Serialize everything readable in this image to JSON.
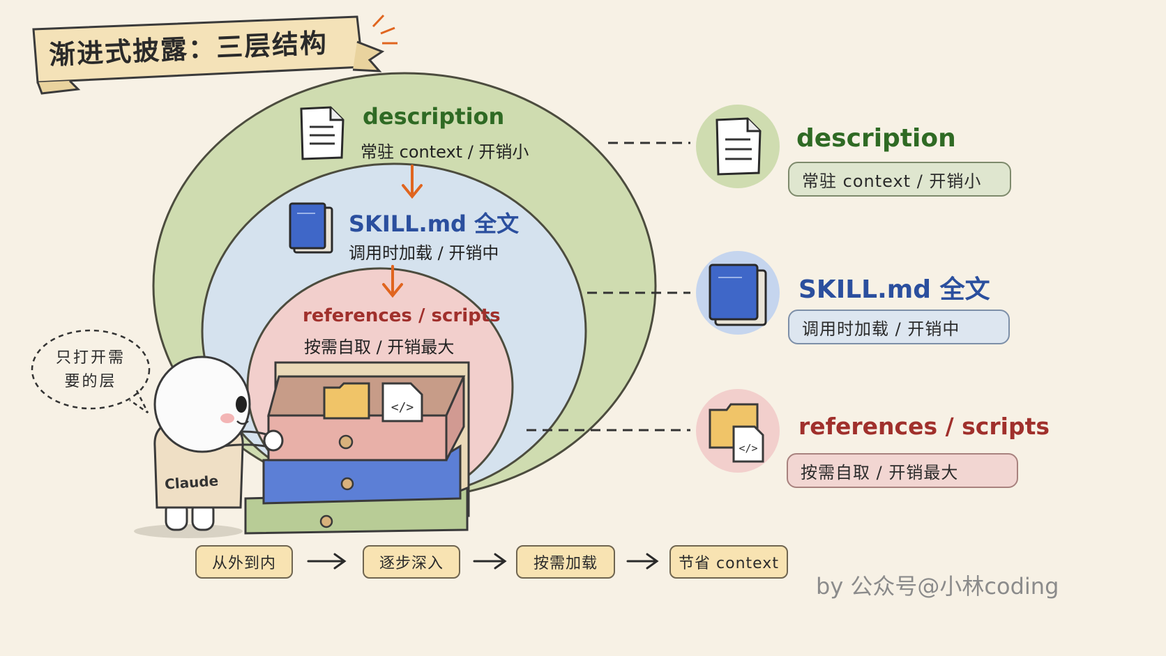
{
  "title": "渐进式披露：三层结构",
  "layers": {
    "outer": {
      "title": "description",
      "subtitle": "常驻 context / 开销小",
      "color": "#cfdcb0"
    },
    "middle": {
      "title": "SKILL.md 全文",
      "subtitle": "调用时加载 / 开销中",
      "color": "#d5e2ee"
    },
    "inner": {
      "title": "references / scripts",
      "subtitle": "按需自取 / 开销最大",
      "color": "#f2cfcc"
    }
  },
  "legend": {
    "description": {
      "title": "description",
      "tag": "常驻 context / 开销小"
    },
    "skill": {
      "title": "SKILL.md 全文",
      "tag": "调用时加载 / 开销中"
    },
    "refs": {
      "title": "references / scripts",
      "tag": "按需自取 / 开销最大"
    }
  },
  "speech_bubble": "只打开需要的层",
  "character_label": "Claude",
  "flow": [
    {
      "label": "从外到内"
    },
    {
      "label": "逐步深入"
    },
    {
      "label": "按需加载"
    },
    {
      "label": "节省 context"
    }
  ],
  "watermark": "by 公众号@小林coding",
  "icons": {
    "document": "document-icon",
    "book": "book-icon",
    "folder": "folder-icon",
    "code": "code-file-icon",
    "arrow": "arrow-down-icon",
    "flow_arrow": "arrow-right-icon"
  }
}
